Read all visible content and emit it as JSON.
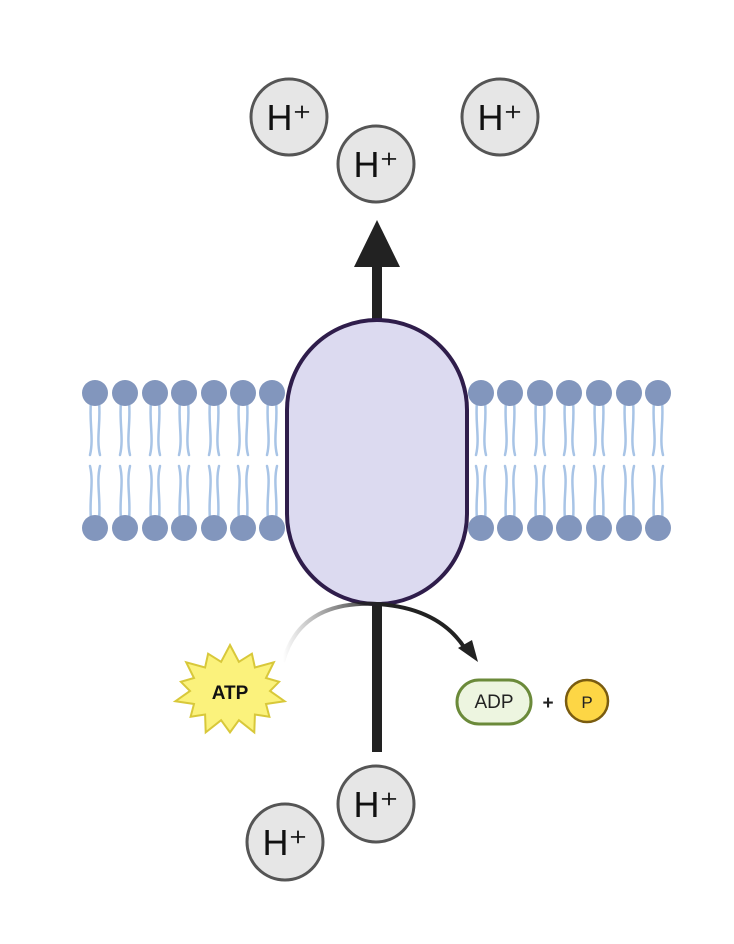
{
  "colors": {
    "background": "#ffffff",
    "ion_fill": "#e6e6e6",
    "ion_stroke": "#555555",
    "lipid_head": "#8296bd",
    "lipid_tail": "#a8c4e6",
    "protein_fill": "#dcdaf0",
    "protein_stroke": "#2f1d4b",
    "arrow": "#222222",
    "atp_fill": "#fbf27c",
    "atp_stroke": "#d8c83a",
    "adp_fill": "#edf5e0",
    "adp_stroke": "#6b8a3a",
    "phosphate_fill": "#fdd645",
    "phosphate_stroke": "#7a5c10"
  },
  "ions": {
    "top_left": "H⁺",
    "top_middle": "H⁺",
    "top_right": "H⁺",
    "bottom_right": "H⁺",
    "bottom_left": "H⁺"
  },
  "reaction": {
    "atp_label": "ATP",
    "adp_label": "ADP",
    "plus_label": "+",
    "phosphate_label": "P"
  }
}
